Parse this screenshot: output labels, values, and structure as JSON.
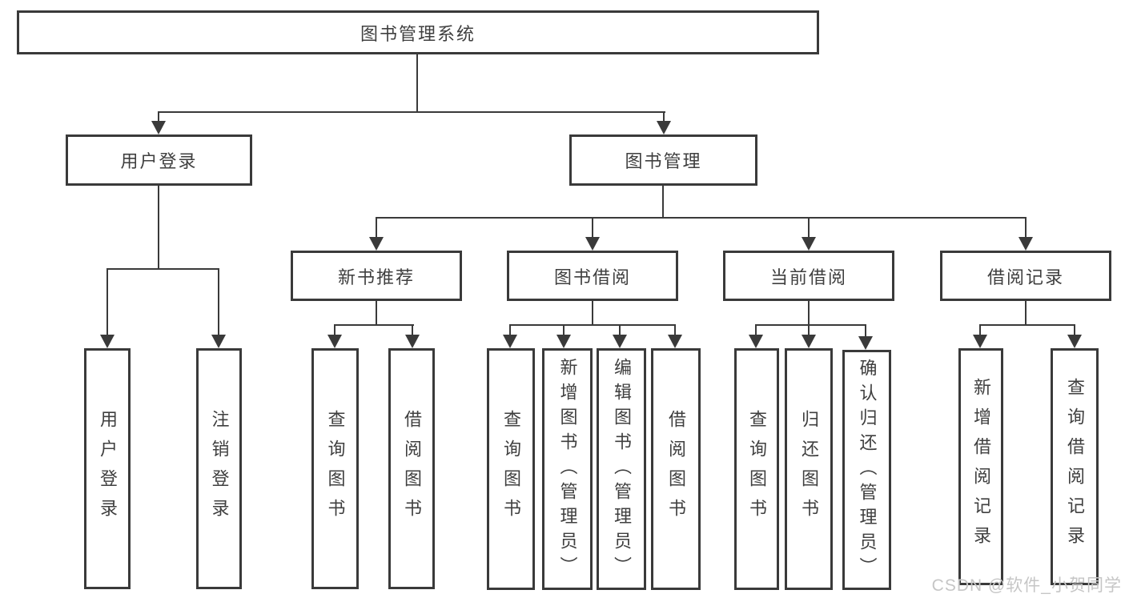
{
  "tree": {
    "root": {
      "label": "图书管理系统"
    },
    "level2": [
      {
        "label": "用户登录",
        "leaves": [
          "用户登录",
          "注销登录"
        ]
      },
      {
        "label": "图书管理",
        "groups": [
          {
            "label": "新书推荐",
            "leaves": [
              "查询图书",
              "借阅图书"
            ]
          },
          {
            "label": "图书借阅",
            "leaves": [
              "查询图书",
              "新增图书（管理员）",
              "编辑图书（管理员）",
              "借阅图书"
            ]
          },
          {
            "label": "当前借阅",
            "leaves": [
              "查询图书",
              "归还图书",
              "确认归还（管理员）"
            ]
          },
          {
            "label": "借阅记录",
            "leaves": [
              "新增借阅记录",
              "查询借阅记录"
            ]
          }
        ]
      }
    ]
  },
  "watermark": "CSDN @软件_小贺同学",
  "colors": {
    "line": "#3a3a3a",
    "text": "#3f3f3f",
    "watermark": "#c6c6c6",
    "background": "#ffffff"
  }
}
